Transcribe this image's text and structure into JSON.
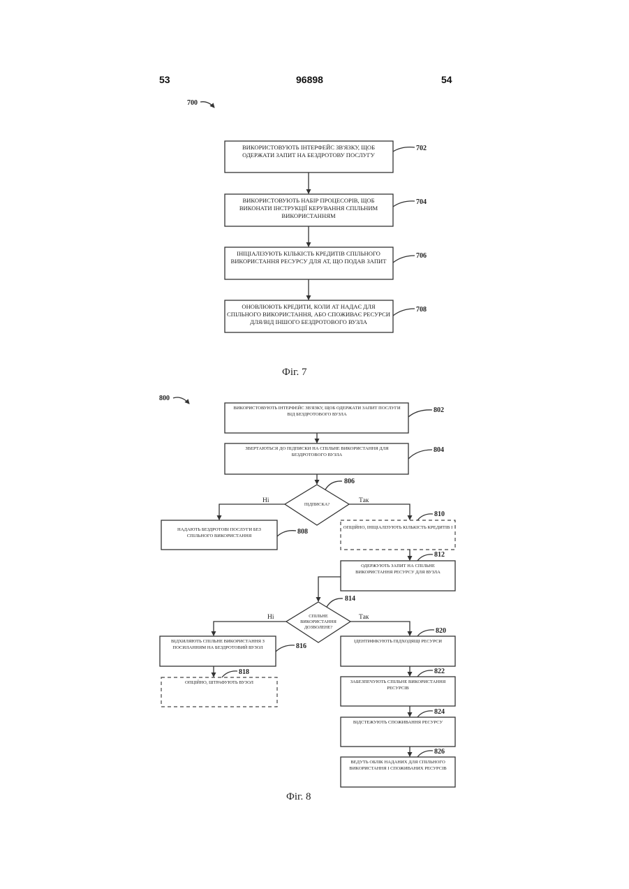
{
  "header": {
    "left_page": "53",
    "center_number": "96898",
    "right_page": "54"
  },
  "fig7": {
    "ref": "700",
    "caption": "Фіг. 7",
    "steps": [
      {
        "num": "702",
        "lines": [
          "ВИКОРИСТОВУЮТЬ ІНТЕРФЕЙС ЗВ'ЯЗКУ, ЩОБ",
          "ОДЕРЖАТИ ЗАПИТ НА БЕЗДРОТОВУ ПОСЛУГУ"
        ]
      },
      {
        "num": "704",
        "lines": [
          "ВИКОРИСТОВУЮТЬ НАБІР ПРОЦЕСОРІВ, ЩОБ",
          "ВИКОНАТИ ІНСТРУКЦІЇ КЕРУВАННЯ СПІЛЬНИМ",
          "ВИКОРИСТАННЯМ"
        ]
      },
      {
        "num": "706",
        "lines": [
          "ІНІЦІАЛІЗУЮТЬ КІЛЬКІСТЬ КРЕДИТІВ СПІЛЬНОГО",
          "ВИКОРИСТАННЯ РЕСУРСУ ДЛЯ АТ, ЩО ПОДАВ ЗАПИТ"
        ]
      },
      {
        "num": "708",
        "lines": [
          "ОНОВЛЮЮТЬ КРЕДИТИ, КОЛИ АТ НАДАЄ ДЛЯ",
          "СПІЛЬНОГО ВИКОРИСТАННЯ, АБО СПОЖИВАЄ РЕСУРСИ",
          "ДЛЯ/ВІД ІНШОГО БЕЗДРОТОВОГО ВУЗЛА"
        ]
      }
    ]
  },
  "fig8": {
    "ref": "800",
    "caption": "Фіг. 8",
    "yes_label": "Так",
    "no_label": "Ні",
    "b802": {
      "num": "802",
      "lines": [
        "ВИКОРИСТОВУЮТЬ ІНТЕРФЕЙС ЗВ'ЯЗКУ, ЩОБ ОДЕРЖАТИ ЗАПИТ ПОСЛУГИ",
        "ВІД БЕЗДРОТОВОГО ВУЗЛА"
      ]
    },
    "b804": {
      "num": "804",
      "lines": [
        "ЗВЕРТАЮТЬСЯ ДО ПІДПИСКИ НА СПІЛЬНЕ ВИКОРИСТАННЯ ДЛЯ",
        "БЕЗДРОТОВОГО ВУЗЛА"
      ]
    },
    "d806": {
      "num": "806",
      "lines": [
        "ПІДПИСКА?"
      ]
    },
    "b808": {
      "num": "808",
      "lines": [
        "НАДАЮТЬ БЕЗДРОТОВІ ПОСЛУГИ БЕЗ",
        "СПІЛЬНОГО ВИКОРИСТАННЯ"
      ]
    },
    "b810": {
      "num": "810",
      "lines": [
        "ОПЦІЙНО, ІНІЦІАЛІЗУЮТЬ КІЛЬКІСТЬ КРЕДИТІВ І"
      ]
    },
    "b812": {
      "num": "812",
      "lines": [
        "ОДЕРЖУЮТЬ ЗАПИТ НА СПІЛЬНЕ",
        "ВИКОРИСТАННЯ РЕСУРСУ ДЛЯ ВУЗЛА"
      ]
    },
    "d814": {
      "num": "814",
      "lines": [
        "СПІЛЬНЕ",
        "ВИКОРИСТАННЯ",
        "ДОЗВОЛЕНЕ?"
      ]
    },
    "b816": {
      "num": "816",
      "lines": [
        "ВІДХИЛЯЮТЬ СПІЛЬНЕ ВИКОРИСТАННЯ З",
        "ПОСИЛАННЯМ НА БЕЗДРОТОВИЙ ВУЗОЛ"
      ]
    },
    "b818": {
      "num": "818",
      "lines": [
        "ОПЦІЙНО, ШТРАФУЮТЬ ВУЗОЛ"
      ]
    },
    "b820": {
      "num": "820",
      "lines": [
        "ІДЕНТИФІКУЮТЬ ПІДХОДЯЩІ РЕСУРСИ"
      ]
    },
    "b822": {
      "num": "822",
      "lines": [
        "ЗАБЕЗПЕЧУЮТЬ СПІЛЬНЕ ВИКОРИСТАННЯ",
        "РЕСУРСІВ"
      ]
    },
    "b824": {
      "num": "824",
      "lines": [
        "ВІДСТЕЖУЮТЬ СПОЖИВАННЯ РЕСУРСУ"
      ]
    },
    "b826": {
      "num": "826",
      "lines": [
        "ВЕДУТЬ ОБЛІК НАДАНИХ ДЛЯ СПІЛЬНОГО",
        "ВИКОРИСТАННЯ І СПОЖИВАНИХ РЕСУРСІВ"
      ]
    }
  }
}
